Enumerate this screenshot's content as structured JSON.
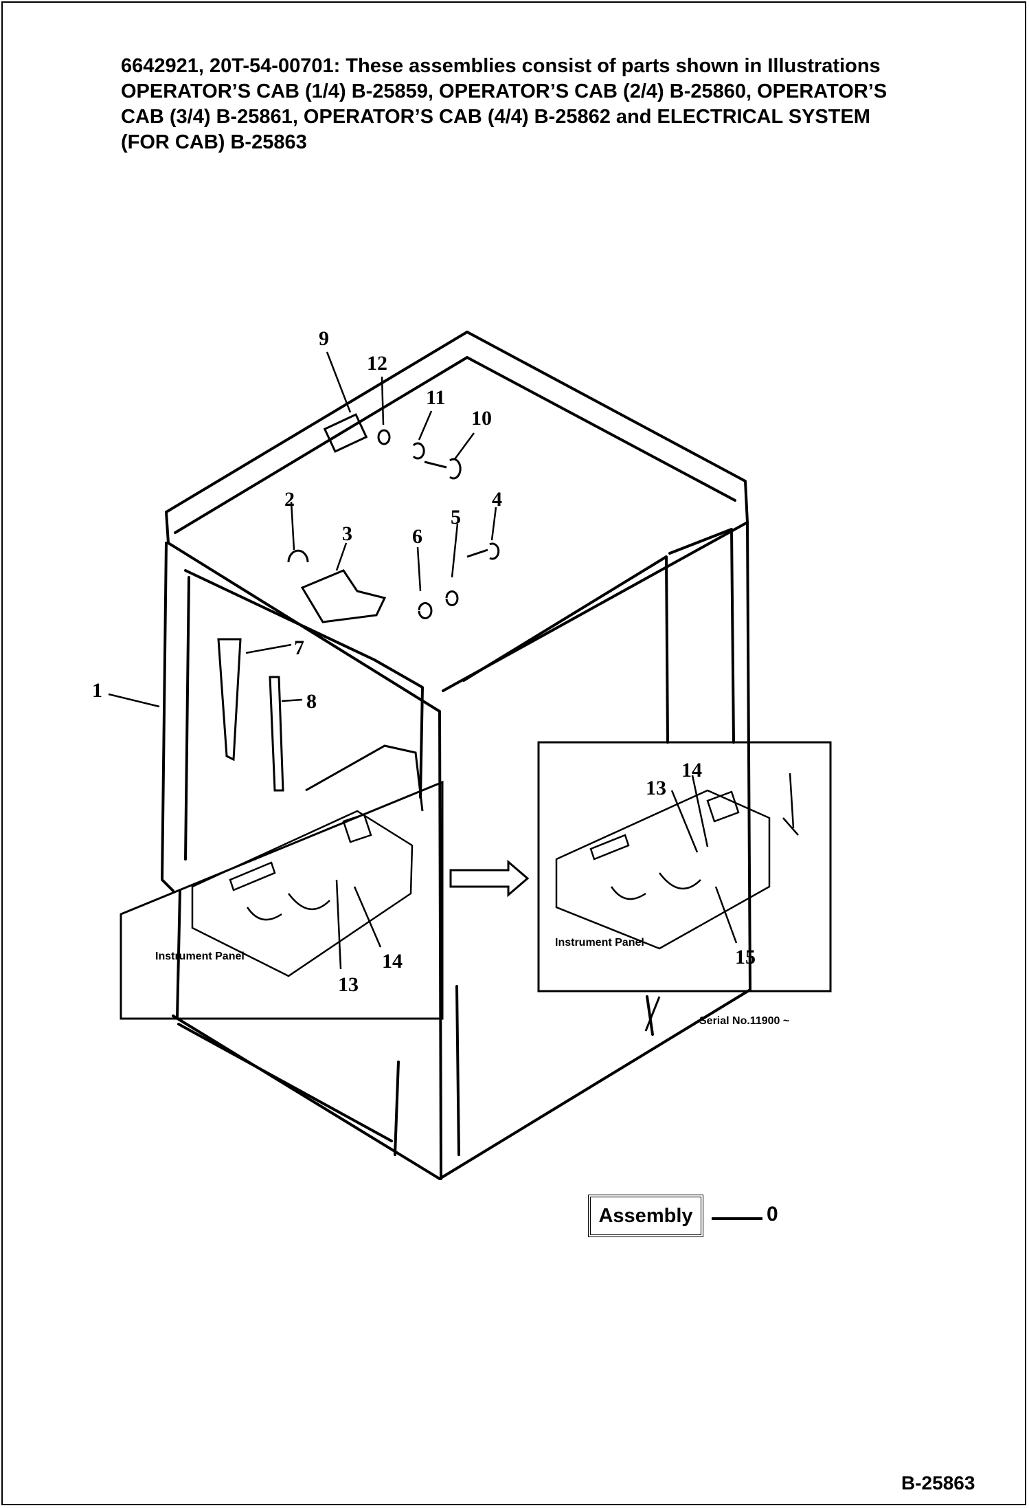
{
  "header": {
    "lines": [
      "6642921, 20T-54-00701: These assemblies consist of parts shown in Illustrations",
      "OPERATOR’S CAB (1/4) B-25859, OPERATOR’S CAB (2/4) B-25860, OPERATOR’S",
      "CAB (3/4) B-25861, OPERATOR’S CAB (4/4) B-25862 and ELECTRICAL SYSTEM",
      "(FOR CAB) B-25863"
    ]
  },
  "callouts": {
    "c1": "1",
    "c2": "2",
    "c3": "3",
    "c4": "4",
    "c5": "5",
    "c6": "6",
    "c7": "7",
    "c8": "8",
    "c9": "9",
    "c10": "10",
    "c11": "11",
    "c12": "12",
    "c13_left": "13",
    "c14_left": "14",
    "c13_right": "13",
    "c14_right": "14",
    "c15": "15"
  },
  "panel_labels": {
    "left": "Instrument Panel",
    "right": "Instrument Panel"
  },
  "serial_note": "Serial No.11900 ~",
  "assembly": {
    "label": "Assembly",
    "number": "0"
  },
  "page_code": "B-25863"
}
